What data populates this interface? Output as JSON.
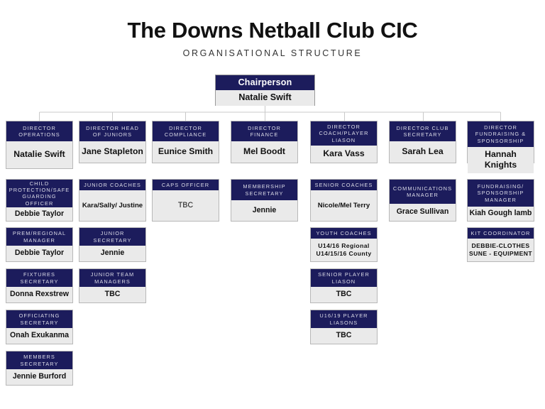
{
  "page": {
    "title": "The Downs Netball Club CIC",
    "subtitle": "ORGANISATIONAL STRUCTURE",
    "background_color": "#ffffff",
    "header_color": "#1c1c5c",
    "body_color": "#eaeaea",
    "border_color": "#b8b8b8",
    "connector_color": "#c9c9c9"
  },
  "chairperson": {
    "role": "Chairperson",
    "name": "Natalie Swift"
  },
  "directors": [
    {
      "role": "DIRECTOR OPERATIONS",
      "name": "Natalie Swift"
    },
    {
      "role": "DIRECTOR HEAD OF JUNIORS",
      "name": "Jane Stapleton"
    },
    {
      "role": "DIRECTOR COMPLIANCE",
      "name": "Eunice Smith"
    },
    {
      "role": "DIRECTOR FINANCE",
      "name": "Mel Boodt"
    },
    {
      "role": "DIRECTOR COACH/PLAYER LIASON",
      "name": "Kara Vass"
    },
    {
      "role": "DIRECTOR CLUB SECRETARY",
      "name": "Sarah Lea"
    },
    {
      "role": "DIRECTOR FUNDRAISING & SPONSORSHIP",
      "name": "Hannah Knights"
    }
  ],
  "columns": [
    {
      "index": 1,
      "nodes": [
        {
          "role": "CHILD PROTECTION/SAFE GUARDING OFFICER",
          "name": "Debbie Taylor"
        },
        {
          "role": "PREM/REGIONAL MANAGER",
          "name": "Debbie Taylor"
        },
        {
          "role": "FIXTURES SECRETARY",
          "name": "Donna Rexstrew"
        },
        {
          "role": "OFFICIATING SECRETARY",
          "name": "Onah Exukanma"
        },
        {
          "role": "MEMBERS SECRETARY",
          "name": "Jennie Burford"
        }
      ]
    },
    {
      "index": 2,
      "nodes": [
        {
          "role": "JUNIOR COACHES",
          "name": "Kara/Sally/ Justine"
        },
        {
          "role": "JUNIOR SECRETARY",
          "name": "Jennie"
        },
        {
          "role": "JUNIOR TEAM MANAGERS",
          "name": "TBC"
        }
      ]
    },
    {
      "index": 3,
      "nodes": [
        {
          "role": "CAPS OFFICER",
          "name": "TBC"
        }
      ]
    },
    {
      "index": 4,
      "nodes": [
        {
          "role": "MEMBERSHIP SECRETARY",
          "name": "Jennie"
        }
      ]
    },
    {
      "index": 5,
      "nodes": [
        {
          "role": "SENIOR COACHES",
          "name": "Nicole/Mel Terry"
        },
        {
          "role": "YOUTH COACHES",
          "name": "U14/16 Regional U14/15/16 County"
        },
        {
          "role": "SENIOR PLAYER LIASON",
          "name": "TBC"
        },
        {
          "role": "U16/19 PLAYER LIASONS",
          "name": "TBC"
        }
      ]
    },
    {
      "index": 6,
      "nodes": [
        {
          "role": "COMMUNICATIONS MANAGER",
          "name": "Grace Sullivan"
        }
      ]
    },
    {
      "index": 7,
      "nodes": [
        {
          "role": "FUNDRAISING/ SPONSORSHIP MANAGER",
          "name": "Kiah Gough lamb"
        },
        {
          "role": "KIT COORDINATOR",
          "name": "DEBBIE-CLOTHES SUNE - EQUIPMENT"
        }
      ]
    }
  ]
}
